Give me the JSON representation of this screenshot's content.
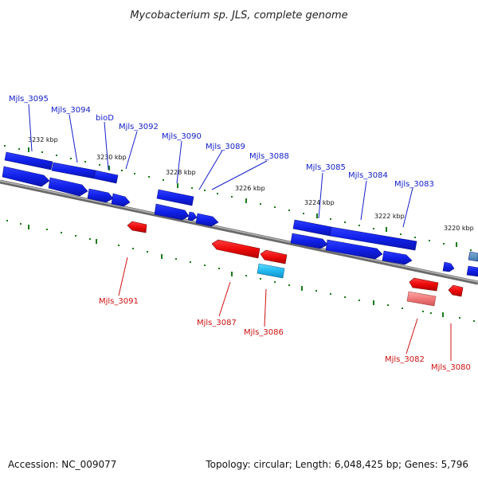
{
  "title": "Mycobacterium sp. JLS, complete genome",
  "footer": {
    "accession": "Accession: NC_009077",
    "summary": "Topology: circular; Length: 6,048,425 bp; Genes: 5,796"
  },
  "colors": {
    "forward": "#1020e8",
    "reverse": "#ee0a0a",
    "forward_label": "#1520c8",
    "reverse_label": "#d01010",
    "tick": "#1a7a1a",
    "backbone": "#888888"
  },
  "scale_labels": [
    "3232 kbp",
    "3230 kbp",
    "3228 kbp",
    "3226 kbp",
    "3224 kbp",
    "3222 kbp",
    "3220 kbp"
  ],
  "forward_labels": [
    "Mjls_3095",
    "Mjls_3094",
    "bioD",
    "Mjls_3092",
    "Mjls_3090",
    "Mjls_3089",
    "Mjls_3088",
    "Mjls_3085",
    "Mjls_3084",
    "Mjls_3083"
  ],
  "reverse_labels": [
    "Mjls_3091",
    "Mjls_3087",
    "Mjls_3086",
    "Mjls_3082",
    "Mjls_3080"
  ]
}
